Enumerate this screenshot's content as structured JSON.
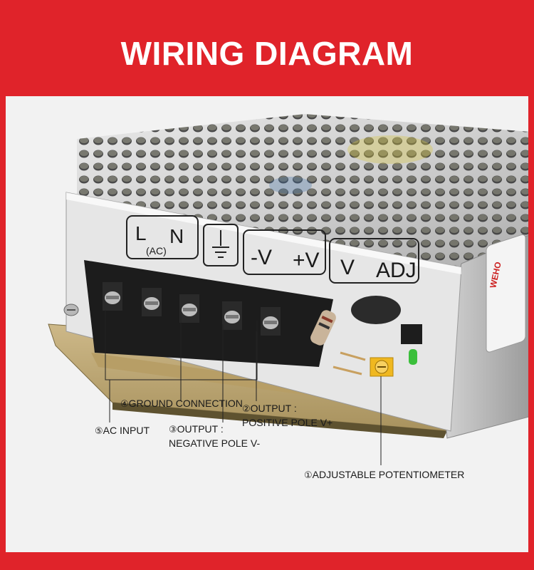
{
  "header": {
    "title": "WIRING DIAGRAM"
  },
  "terminal_panel": {
    "l_mark": "L",
    "n_mark": "N",
    "ac_mark": "(AC)",
    "neg_v_mark": "-V",
    "pos_v_mark": "+V",
    "v_mark": "V",
    "adj_mark": "ADJ",
    "brand_mark": "WEHO"
  },
  "callouts": [
    {
      "number": "①",
      "text": "ADJUSTABLE POTENTIOMETER"
    },
    {
      "number": "②",
      "text": "OUTPUT :",
      "text2": "POSITIVE POLE V+"
    },
    {
      "number": "③",
      "text": "OUTPUT :",
      "text2": "NEGATIVE POLE V-"
    },
    {
      "number": "④",
      "text": "GROUND CONNECTION"
    },
    {
      "number": "⑤",
      "text": "AC INPUT"
    }
  ],
  "colors": {
    "banner": "#e0232a",
    "photo_background": "#f2f2f2",
    "potentiometer": "#f0b820"
  }
}
